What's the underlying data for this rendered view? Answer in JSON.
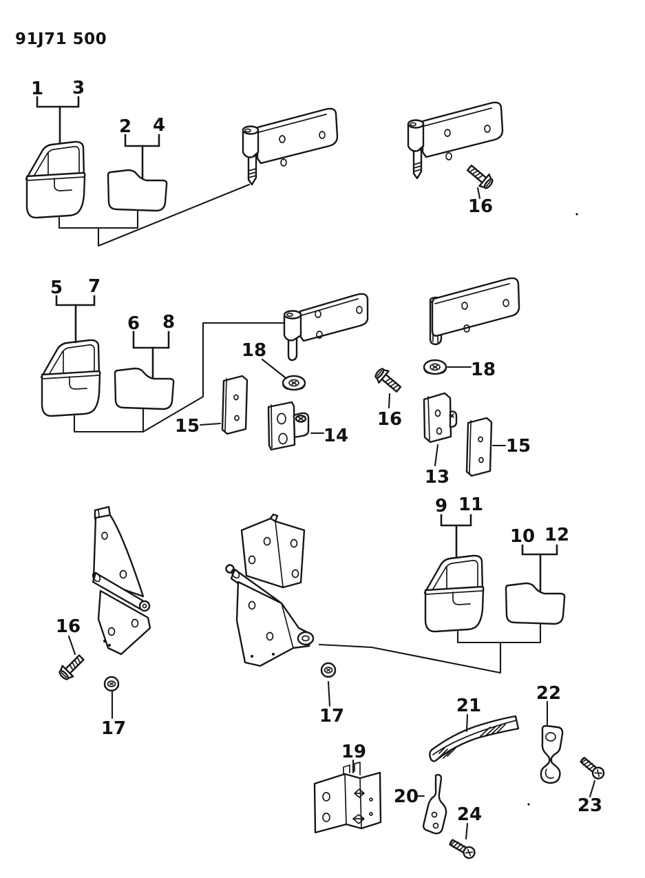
{
  "title": "91J71 500",
  "colors": {
    "ink": "#161616",
    "paper": "#ffffff"
  },
  "callouts": {
    "1": "1",
    "2": "2",
    "3": "3",
    "4": "4",
    "5": "5",
    "6": "6",
    "7": "7",
    "8": "8",
    "9": "9",
    "10": "10",
    "11": "11",
    "12": "12",
    "13": "13",
    "14": "14",
    "15": "15",
    "16": "16",
    "17": "17",
    "18": "18",
    "19": "19",
    "20": "20",
    "21": "21",
    "22": "22",
    "23": "23",
    "24": "24"
  }
}
